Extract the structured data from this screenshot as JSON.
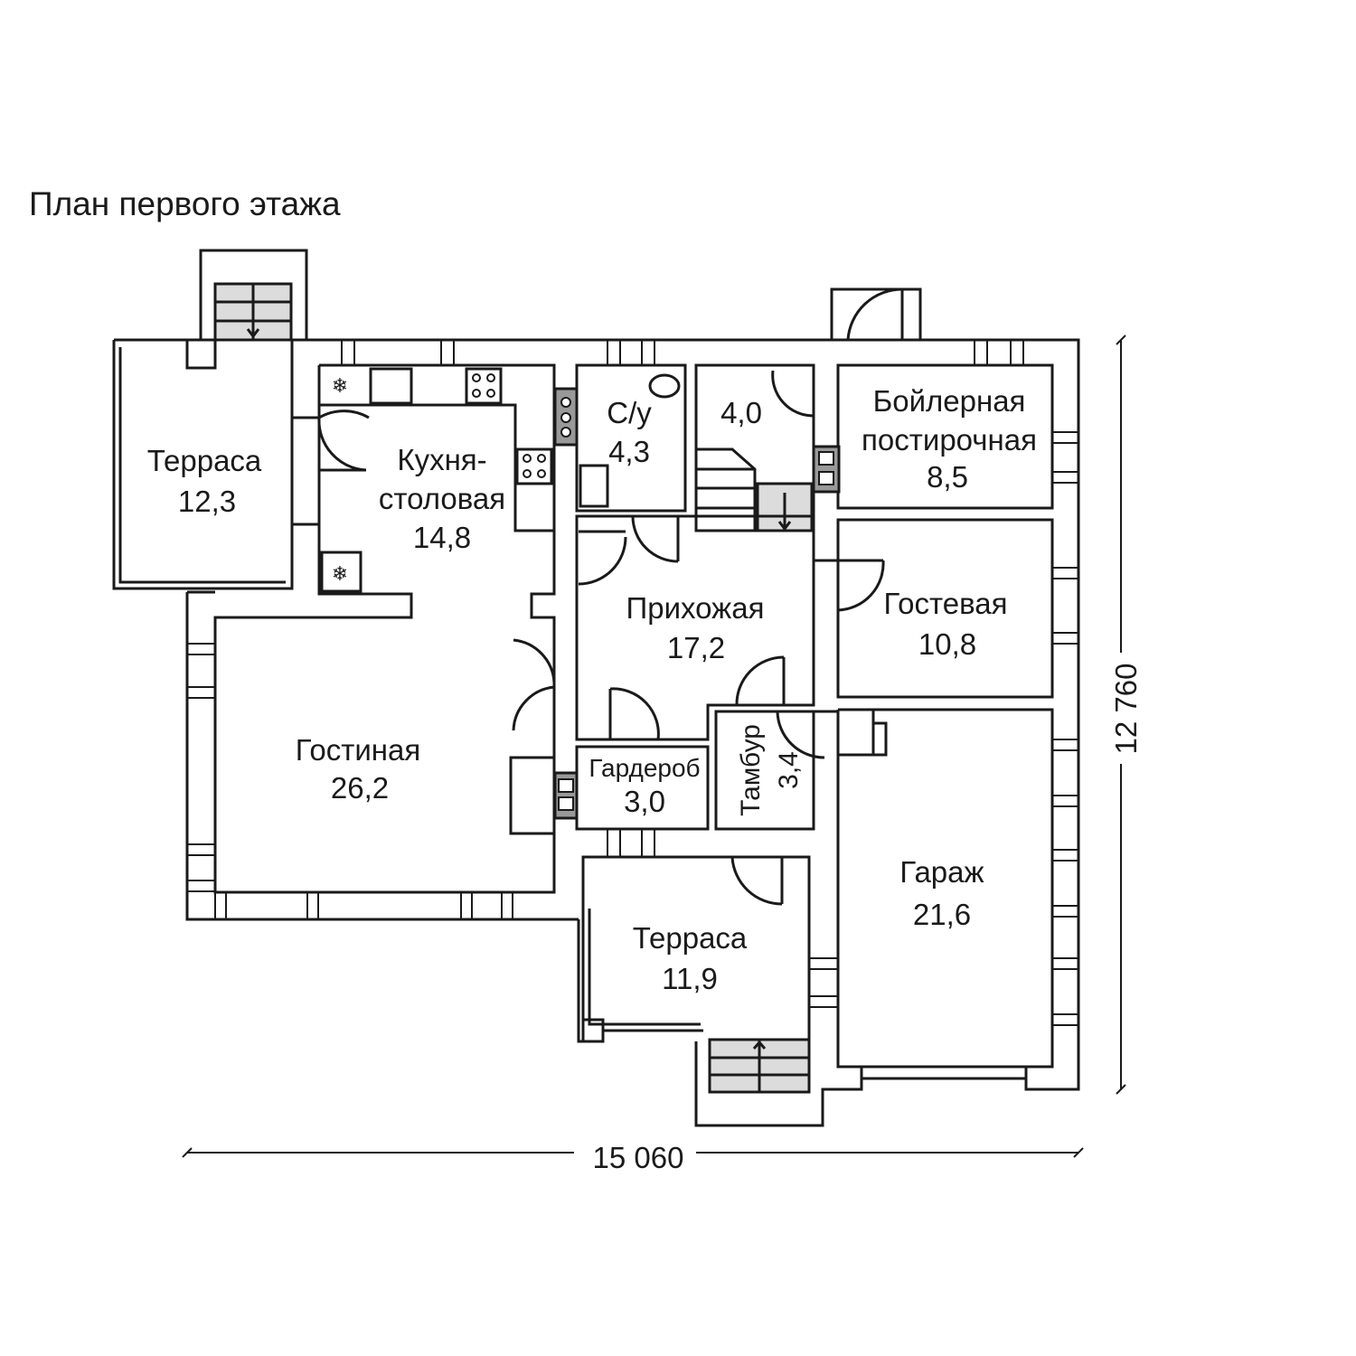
{
  "title": "План первого этажа",
  "rooms": {
    "terrace_west": {
      "name": "Терраса",
      "area": "12,3"
    },
    "kitchen": {
      "name_line1": "Кухня-",
      "name_line2": "столовая",
      "area": "14,8"
    },
    "bathroom": {
      "name": "С/у",
      "area": "4,3"
    },
    "stair_room": {
      "area": "4,0"
    },
    "boiler": {
      "name_line1": "Бойлерная",
      "name_line2": "постирочная",
      "area": "8,5"
    },
    "hall": {
      "name": "Прихожая",
      "area": "17,2"
    },
    "guest": {
      "name": "Гостевая",
      "area": "10,8"
    },
    "living": {
      "name": "Гостиная",
      "area": "26,2"
    },
    "wardrobe": {
      "name": "Гардероб",
      "area": "3,0"
    },
    "vestibule": {
      "name": "Тамбур",
      "area": "3,4"
    },
    "garage": {
      "name": "Гараж",
      "area": "21,6"
    },
    "terrace_south": {
      "name": "Терраса",
      "area": "11,9"
    }
  },
  "dimensions": {
    "width": "15 060",
    "height": "12 760"
  }
}
